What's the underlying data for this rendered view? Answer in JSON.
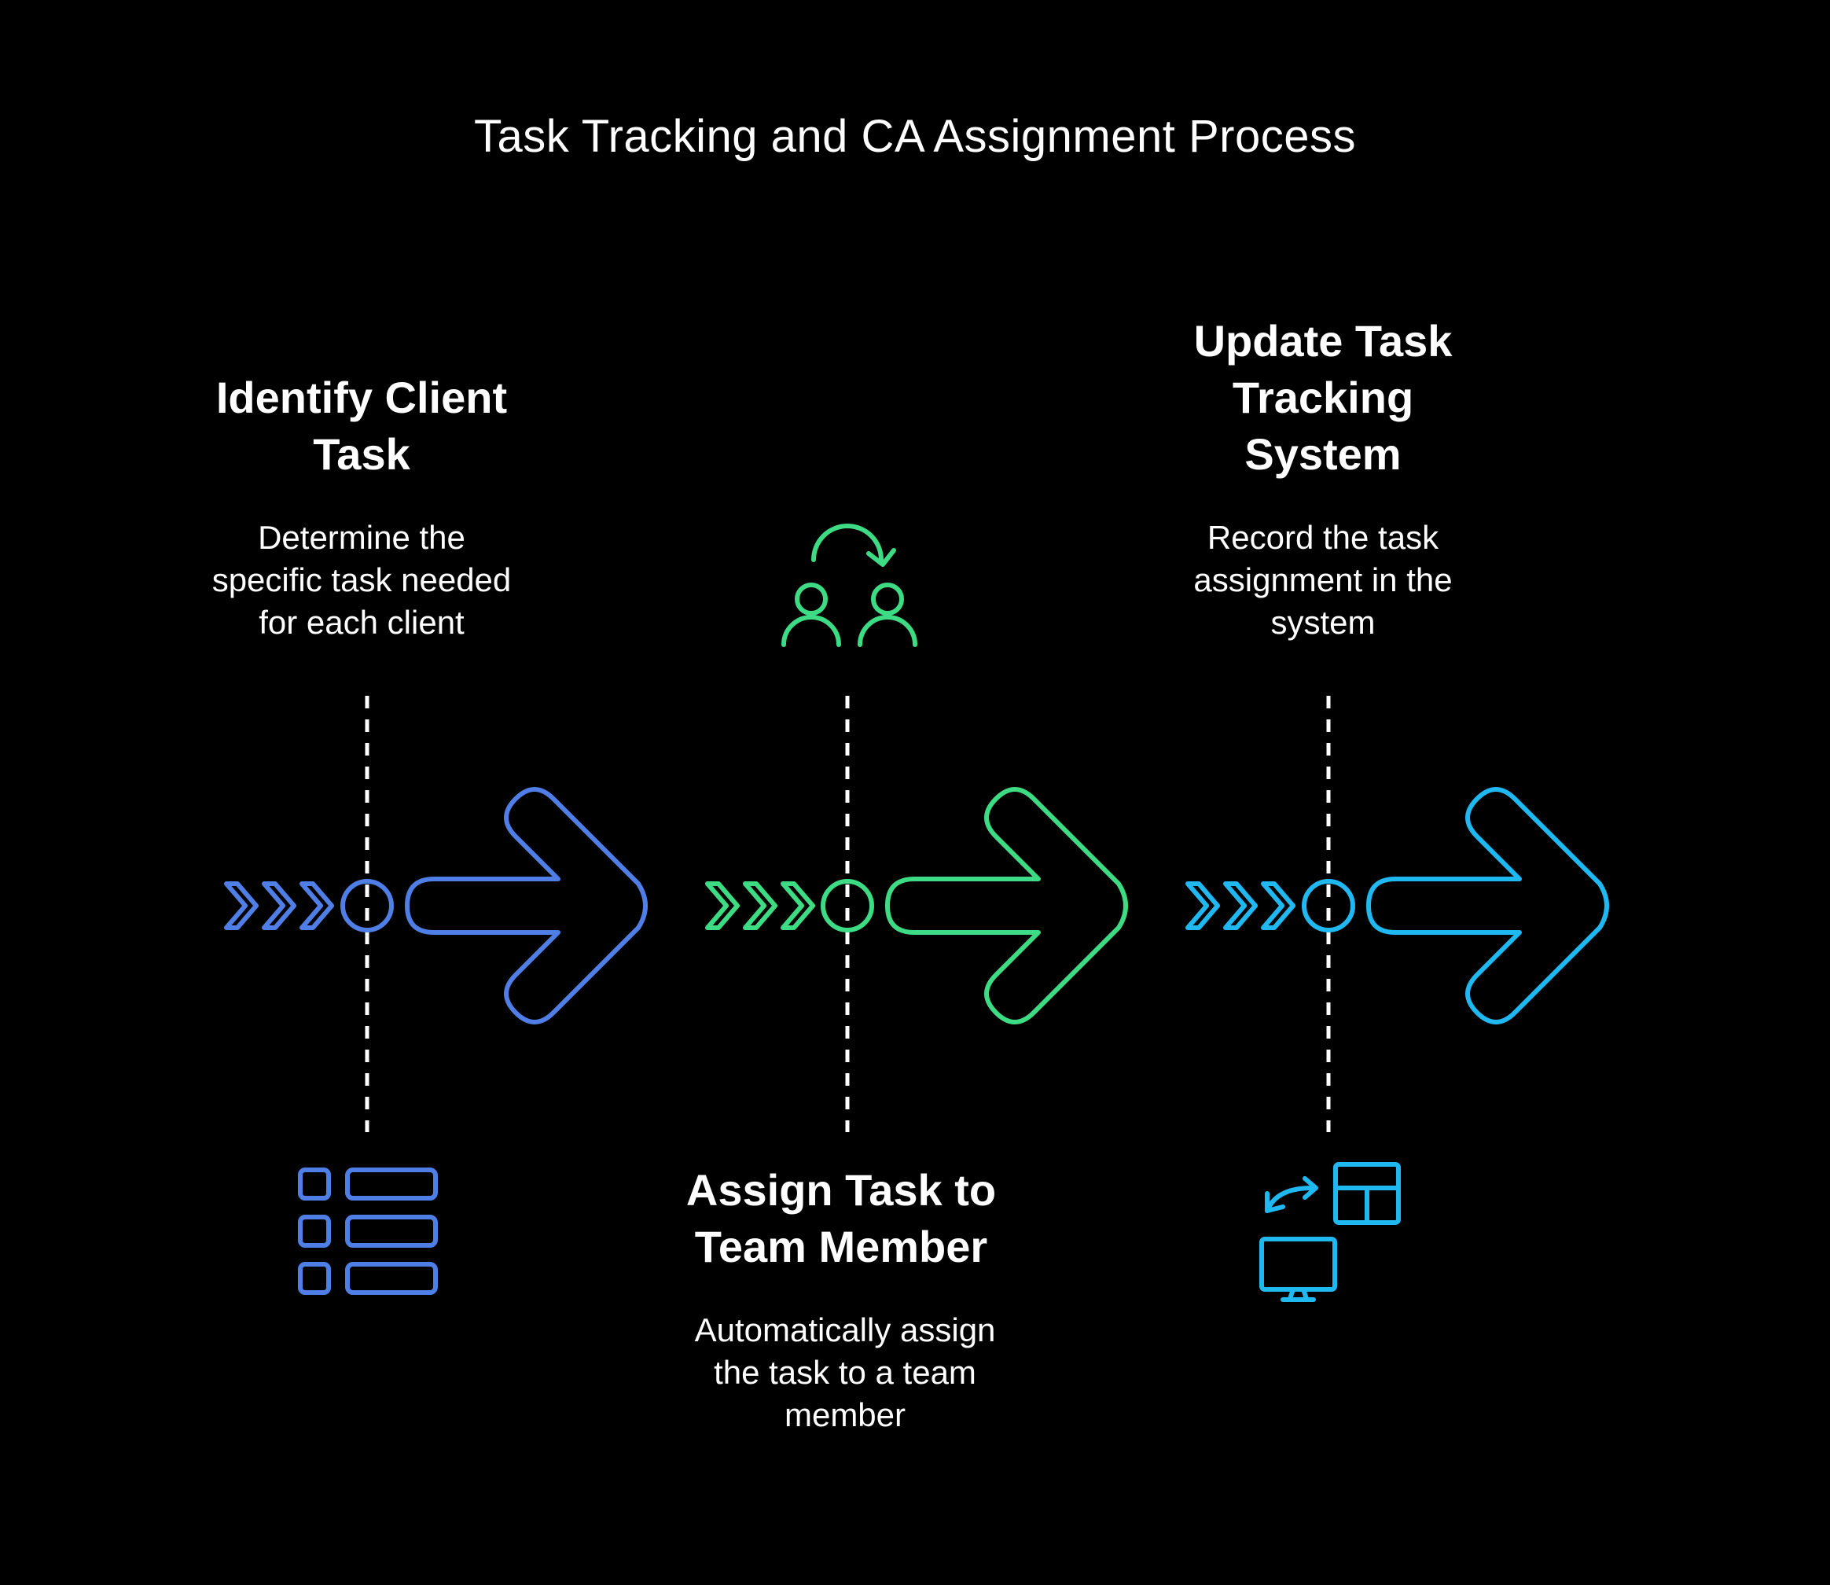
{
  "title": "Task Tracking and CA Assignment Process",
  "colors": {
    "background": "#000000",
    "text": "#ffffff",
    "divider": "#ffffff",
    "step1": "#4f7fe6",
    "step2": "#3ddc84",
    "step3": "#1fb8f0"
  },
  "steps": [
    {
      "title_line1": "Identify Client",
      "title_line2": "Task",
      "title_line3": "",
      "desc_line1": "Determine the",
      "desc_line2": "specific task needed",
      "desc_line3": "for each client",
      "icon": "list-icon"
    },
    {
      "title_line1": "Assign Task to",
      "title_line2": "Team Member",
      "title_line3": "",
      "desc_line1": "Automatically assign",
      "desc_line2": "the task to a team",
      "desc_line3": "member",
      "icon": "user-swap-icon"
    },
    {
      "title_line1": "Update Task",
      "title_line2": "Tracking",
      "title_line3": "System",
      "desc_line1": "Record the task",
      "desc_line2": "assignment in the",
      "desc_line3": "system",
      "icon": "monitor-table-sync-icon"
    }
  ]
}
